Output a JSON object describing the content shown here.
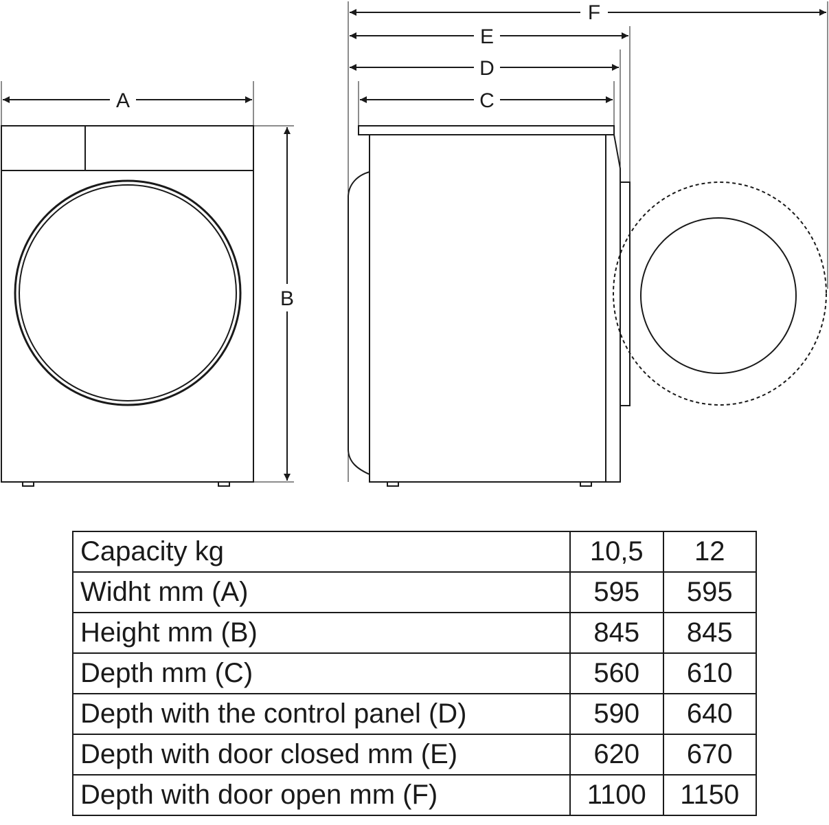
{
  "dimension_labels": {
    "a": "A",
    "b": "B",
    "c": "C",
    "d": "D",
    "e": "E",
    "f": "F"
  },
  "spec_table": {
    "rows": [
      {
        "label": "Capacity kg",
        "v1": "10,5",
        "v2": "12"
      },
      {
        "label": "Widht mm (A)",
        "v1": "595",
        "v2": "595"
      },
      {
        "label": "Height mm (B)",
        "v1": "845",
        "v2": "845"
      },
      {
        "label": "Depth mm (C)",
        "v1": "560",
        "v2": "610"
      },
      {
        "label": "Depth with the control panel (D)",
        "v1": "590",
        "v2": "640"
      },
      {
        "label": "Depth with door closed mm (E)",
        "v1": "620",
        "v2": "670"
      },
      {
        "label": "Depth with door open mm (F)",
        "v1": "1100",
        "v2": "1150"
      }
    ]
  }
}
